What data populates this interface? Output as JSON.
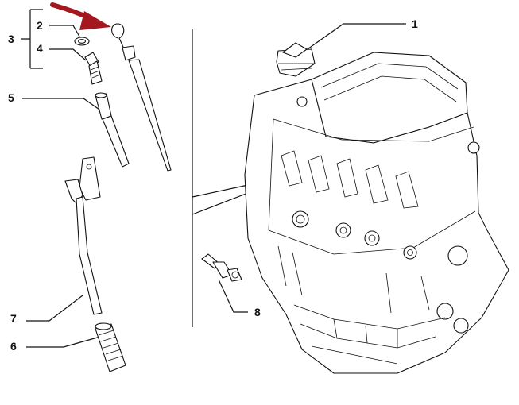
{
  "diagram": {
    "callouts": {
      "c1": "1",
      "c2": "2",
      "c3": "3",
      "c4": "4",
      "c5": "5",
      "c6": "6",
      "c7": "7",
      "c8": "8"
    },
    "arrow_color": "#a3171e"
  }
}
